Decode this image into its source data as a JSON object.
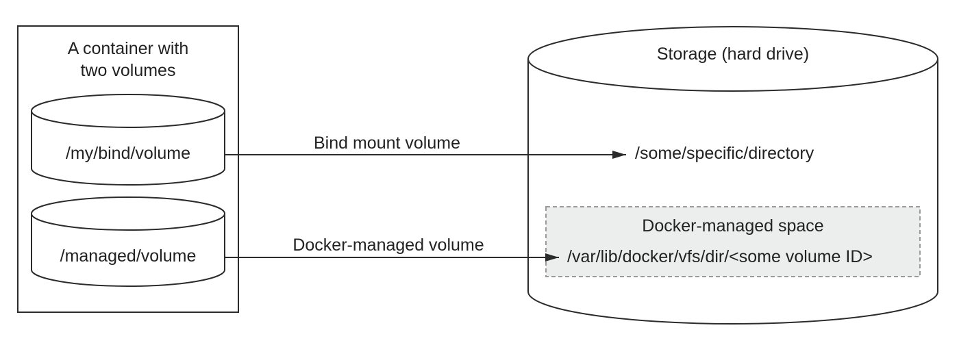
{
  "container": {
    "title_line1": "A container with",
    "title_line2": "two volumes"
  },
  "volumes": {
    "bind": "/my/bind/volume",
    "managed": "/managed/volume"
  },
  "edges": {
    "bind": "Bind mount volume",
    "managed": "Docker-managed volume"
  },
  "storage": {
    "title": "Storage (hard drive)",
    "specific_directory": "/some/specific/directory",
    "docker_space": {
      "title": "Docker-managed space",
      "path": "/var/lib/docker/vfs/dir/<some volume ID>"
    }
  },
  "colors": {
    "stroke": "#2b2b2b",
    "docker_space_fill": "#eceeed",
    "docker_space_border": "#9a9a9a"
  }
}
